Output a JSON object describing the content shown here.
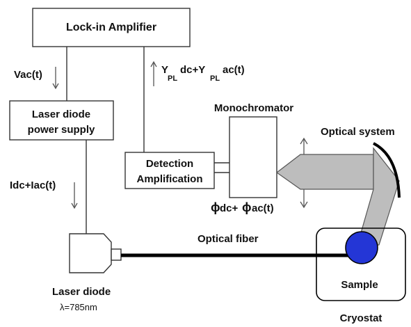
{
  "boxes": {
    "lock_in": "Lock-in Amplifier",
    "power_supply_line1": "Laser diode",
    "power_supply_line2": "power supply",
    "detection_line1": "Detection",
    "detection_line2": "Amplification"
  },
  "labels": {
    "vac": "Vac(t)",
    "idc": "Idc+Iac(t)",
    "ypl_y1": "Y",
    "ypl_sub1": "PL",
    "ypl_mid": "dc+Y",
    "ypl_sub2": "PL",
    "ypl_end": "ac(t)",
    "monochromator": "Monochromator",
    "optical_system": "Optical system",
    "phi1": "ϕ",
    "phi_dc": "dc+",
    "phi2": "ϕ",
    "phi_ac": "ac(t)",
    "optical_fiber": "Optical fiber",
    "laser_diode": "Laser diode",
    "wavelength": "λ=785nm",
    "sample": "Sample",
    "cryostat": "Cryostat"
  },
  "colors": {
    "line": "#333333",
    "optics_fill": "#bdbdbd",
    "sample_fill": "#2436d6",
    "fiber": "#000000"
  }
}
